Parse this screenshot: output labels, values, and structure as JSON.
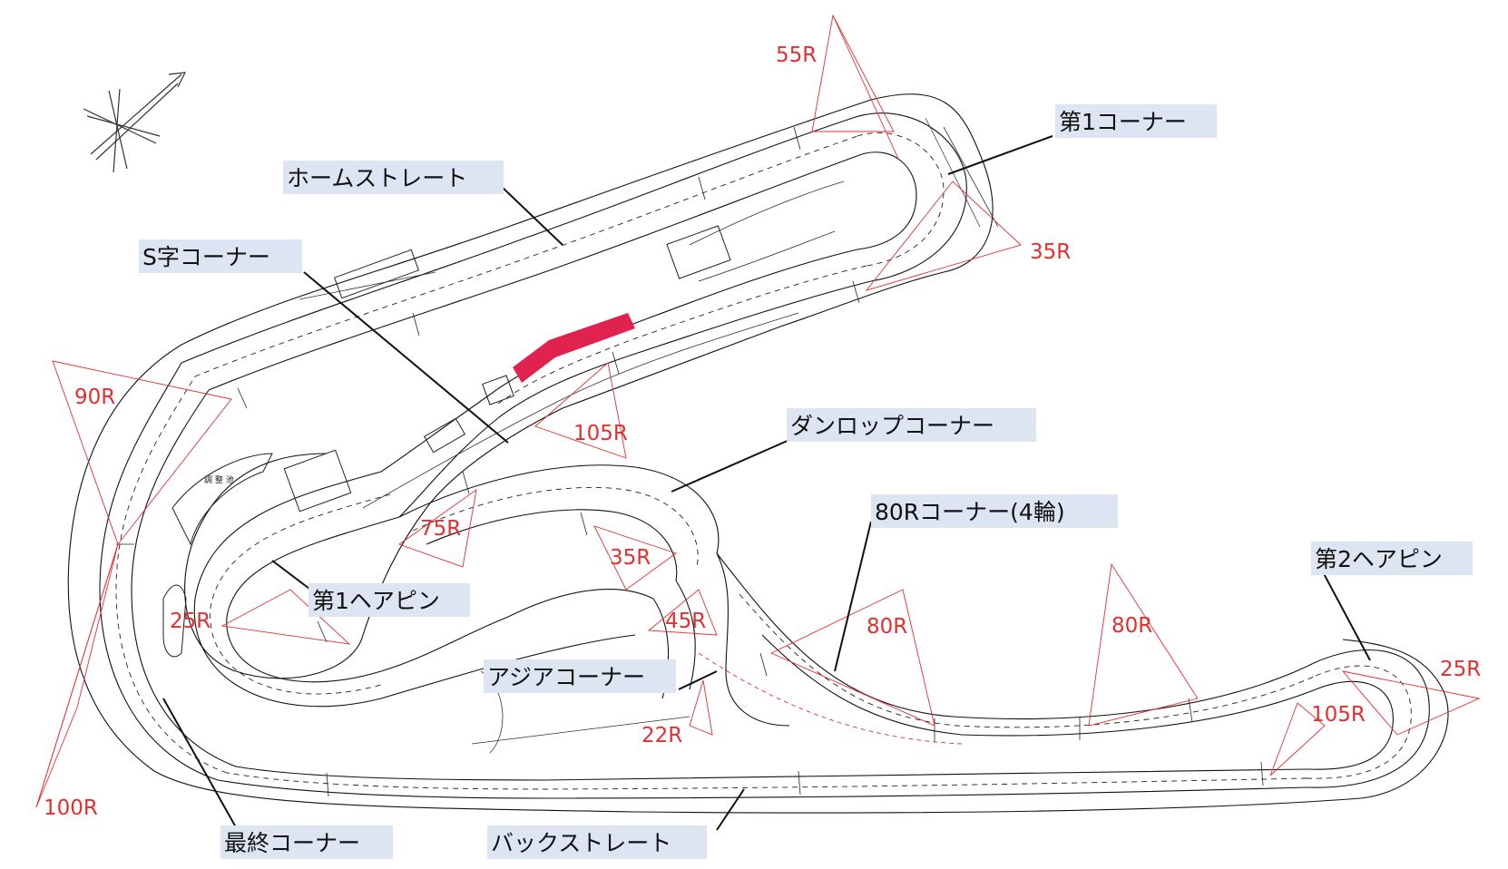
{
  "corners": [
    {
      "id": "home-straight",
      "label": "ホームストレート"
    },
    {
      "id": "s-corner",
      "label": "S字コーナー"
    },
    {
      "id": "corner-1",
      "label": "第1コーナー"
    },
    {
      "id": "dunlop-corner",
      "label": "ダンロップコーナー"
    },
    {
      "id": "r80-corner",
      "label": "80Rコーナー(4輪)"
    },
    {
      "id": "hairpin-2",
      "label": "第2ヘアピン"
    },
    {
      "id": "hairpin-1",
      "label": "第1ヘアピン"
    },
    {
      "id": "asia-corner",
      "label": "アジアコーナー"
    },
    {
      "id": "final-corner",
      "label": "最終コーナー"
    },
    {
      "id": "back-straight",
      "label": "バックストレート"
    }
  ],
  "radii": [
    {
      "id": "55r",
      "label": "55R"
    },
    {
      "id": "35r-1",
      "label": "35R"
    },
    {
      "id": "90r",
      "label": "90R"
    },
    {
      "id": "105r-1",
      "label": "105R"
    },
    {
      "id": "75r",
      "label": "75R"
    },
    {
      "id": "35r-2",
      "label": "35R"
    },
    {
      "id": "45r",
      "label": "45R"
    },
    {
      "id": "25r-1",
      "label": "25R"
    },
    {
      "id": "80r-1",
      "label": "80R"
    },
    {
      "id": "80r-2",
      "label": "80R"
    },
    {
      "id": "22r",
      "label": "22R"
    },
    {
      "id": "100r",
      "label": "100R"
    },
    {
      "id": "25r-2",
      "label": "25R"
    },
    {
      "id": "105r-2",
      "label": "105R"
    }
  ],
  "misc": {
    "pond_label": "調 整 池"
  },
  "colors": {
    "radius": "#e23030",
    "label_background": "#dde5f3",
    "pit_building": "#e0234e",
    "track": "#111111"
  },
  "icons": {
    "compass": "north-arrow-icon"
  }
}
